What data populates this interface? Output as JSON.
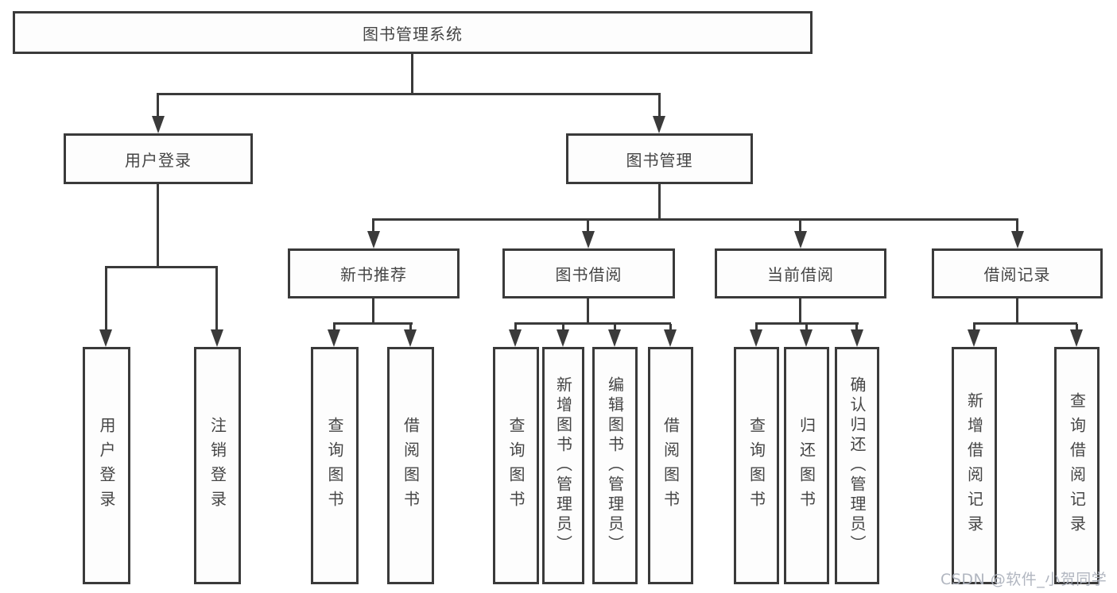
{
  "colors": {
    "line": "#3a3a3a",
    "text": "#454545",
    "background": "#ffffff",
    "watermark": "#adb2bd"
  },
  "watermark": {
    "text": "CSDN @软件_小贺同学"
  },
  "tree": {
    "label": "图书管理系统",
    "children": [
      {
        "label": "用户登录",
        "children": [
          {
            "label": "用户登录"
          },
          {
            "label": "注销登录"
          }
        ]
      },
      {
        "label": "图书管理",
        "children": [
          {
            "label": "新书推荐",
            "children": [
              {
                "label": "查询图书"
              },
              {
                "label": "借阅图书"
              }
            ]
          },
          {
            "label": "图书借阅",
            "children": [
              {
                "label": "查询图书"
              },
              {
                "label": "新增图书（管理员）"
              },
              {
                "label": "编辑图书（管理员）"
              },
              {
                "label": "借阅图书"
              }
            ]
          },
          {
            "label": "当前借阅",
            "children": [
              {
                "label": "查询图书"
              },
              {
                "label": "归还图书"
              },
              {
                "label": "确认归还（管理员）"
              }
            ]
          },
          {
            "label": "借阅记录",
            "children": [
              {
                "label": "新增借阅记录"
              },
              {
                "label": "查询借阅记录"
              }
            ]
          }
        ]
      }
    ]
  }
}
